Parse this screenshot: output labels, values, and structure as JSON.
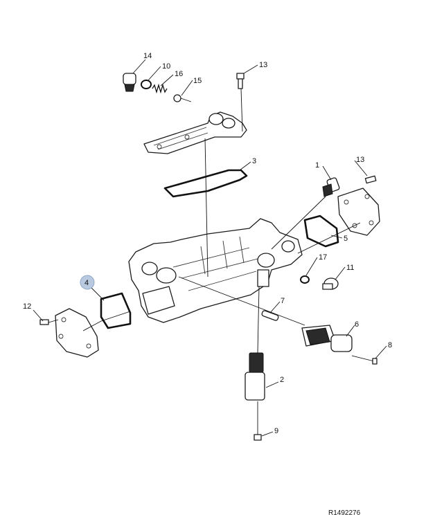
{
  "diagram": {
    "reference_code": "R1492276",
    "highlight_color": "#b9c9e0",
    "callouts": [
      {
        "id": "14",
        "label": "14"
      },
      {
        "id": "10",
        "label": "10"
      },
      {
        "id": "16",
        "label": "16"
      },
      {
        "id": "15",
        "label": "15"
      },
      {
        "id": "13a",
        "label": "13"
      },
      {
        "id": "3",
        "label": "3"
      },
      {
        "id": "1",
        "label": "1"
      },
      {
        "id": "13b",
        "label": "13"
      },
      {
        "id": "5",
        "label": "5"
      },
      {
        "id": "17",
        "label": "17"
      },
      {
        "id": "11",
        "label": "11"
      },
      {
        "id": "4",
        "label": "4",
        "highlighted": true
      },
      {
        "id": "7",
        "label": "7"
      },
      {
        "id": "12",
        "label": "12"
      },
      {
        "id": "6",
        "label": "6"
      },
      {
        "id": "8",
        "label": "8"
      },
      {
        "id": "2",
        "label": "2"
      },
      {
        "id": "9",
        "label": "9"
      }
    ]
  }
}
